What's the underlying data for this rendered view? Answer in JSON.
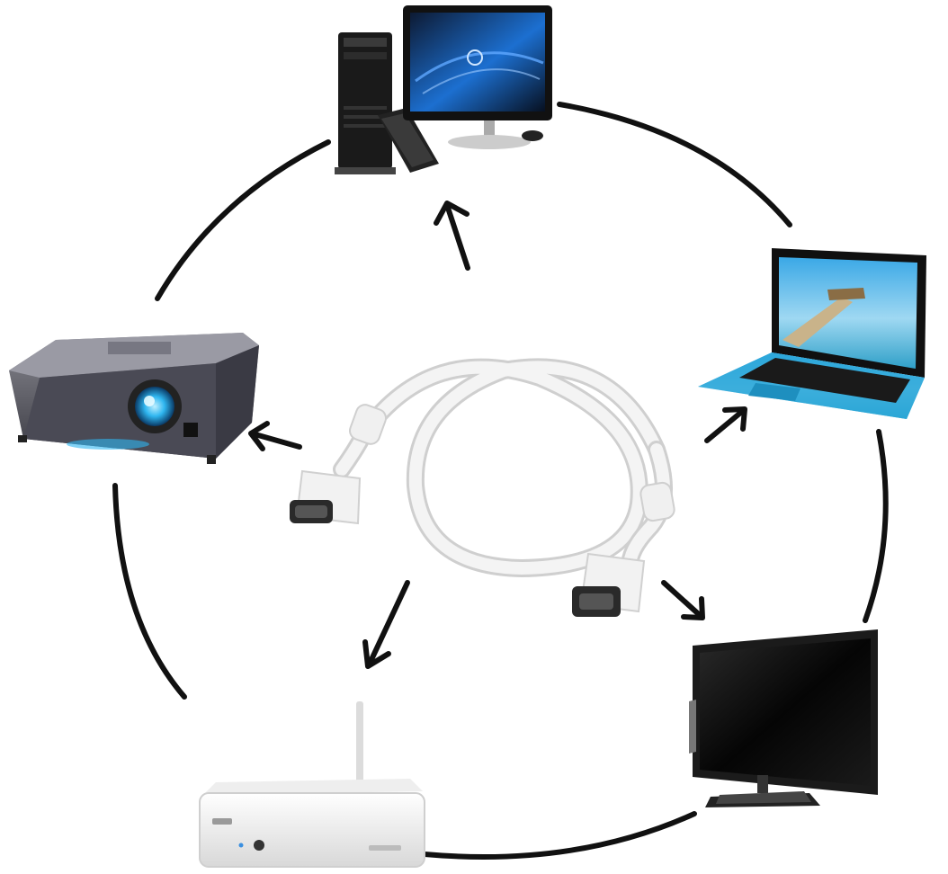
{
  "diagram": {
    "center": {
      "name": "vga-cable"
    },
    "devices": [
      {
        "id": "desktop-computer",
        "icon": "desktop-computer-icon"
      },
      {
        "id": "laptop",
        "icon": "laptop-icon"
      },
      {
        "id": "flat-tv",
        "icon": "tv-icon"
      },
      {
        "id": "media-player",
        "icon": "media-player-icon"
      },
      {
        "id": "projector",
        "icon": "projector-icon"
      }
    ]
  },
  "colors": {
    "ring": "#111111",
    "arrow": "#111111",
    "screen_blue": "#1c6fd0",
    "laptop_body": "#2aa7d8",
    "cable_white": "#f2f2f2",
    "connector_dark": "#2a2a2a"
  }
}
